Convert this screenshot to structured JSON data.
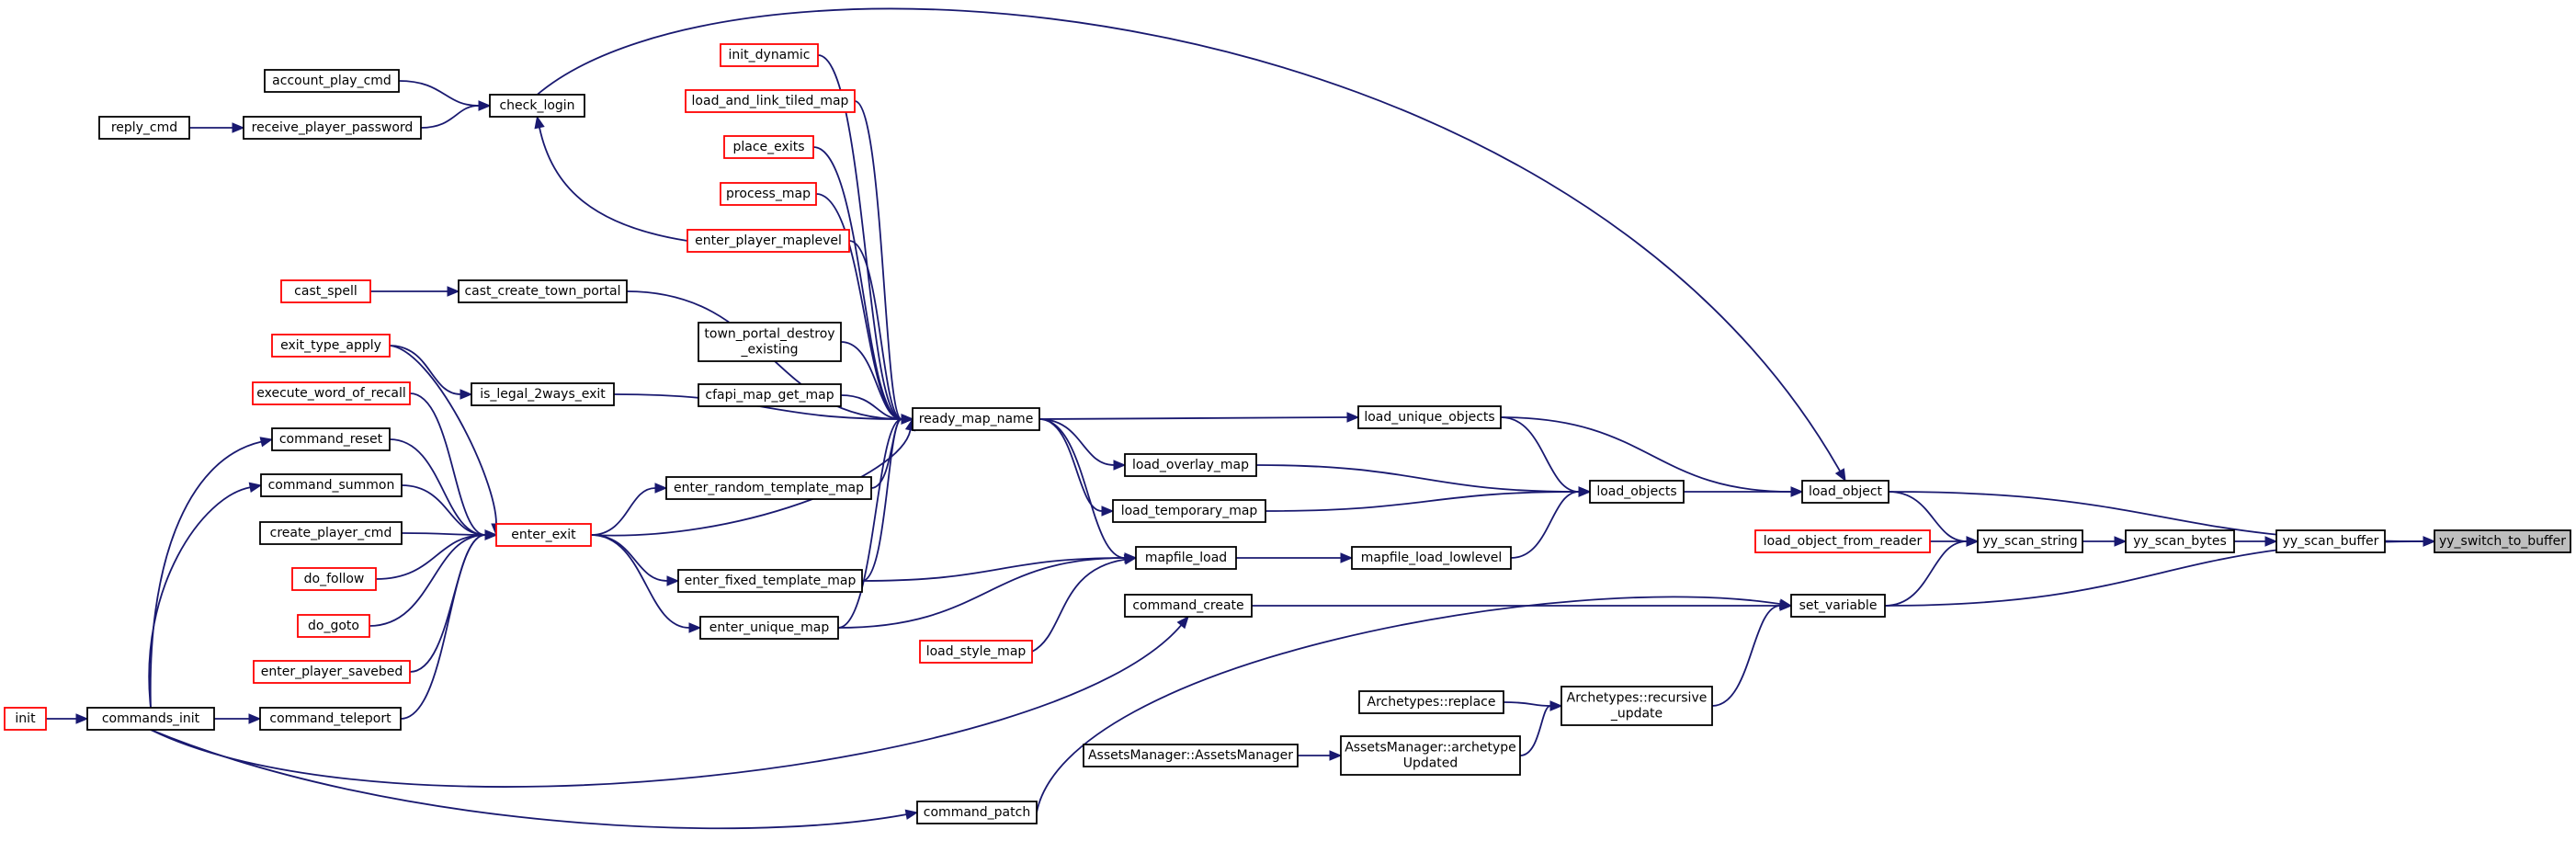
{
  "nodes": [
    {
      "id": "yy_switch_to_buffer",
      "lines": [
        "yy_switch_to_buffer"
      ],
      "red": false,
      "root": true
    },
    {
      "id": "yy_scan_buffer",
      "lines": [
        "yy_scan_buffer"
      ],
      "red": false
    },
    {
      "id": "yy_scan_bytes",
      "lines": [
        "yy_scan_bytes"
      ],
      "red": false
    },
    {
      "id": "yy_scan_string",
      "lines": [
        "yy_scan_string"
      ],
      "red": false
    },
    {
      "id": "load_object_from_reader",
      "lines": [
        "load_object_from_reader"
      ],
      "red": true
    },
    {
      "id": "load_object",
      "lines": [
        "load_object"
      ],
      "red": false
    },
    {
      "id": "set_variable",
      "lines": [
        "set_variable"
      ],
      "red": false
    },
    {
      "id": "load_objects",
      "lines": [
        "load_objects"
      ],
      "red": false
    },
    {
      "id": "load_unique_objects",
      "lines": [
        "load_unique_objects"
      ],
      "red": false
    },
    {
      "id": "load_overlay_map",
      "lines": [
        "load_overlay_map"
      ],
      "red": false
    },
    {
      "id": "load_temporary_map",
      "lines": [
        "load_temporary_map"
      ],
      "red": false
    },
    {
      "id": "mapfile_load_lowlevel",
      "lines": [
        "mapfile_load_lowlevel"
      ],
      "red": false
    },
    {
      "id": "mapfile_load",
      "lines": [
        "mapfile_load"
      ],
      "red": false
    },
    {
      "id": "ready_map_name",
      "lines": [
        "ready_map_name"
      ],
      "red": false
    },
    {
      "id": "init_dynamic",
      "lines": [
        "init_dynamic"
      ],
      "red": true
    },
    {
      "id": "load_and_link_tiled_map",
      "lines": [
        "load_and_link_tiled_map"
      ],
      "red": true
    },
    {
      "id": "place_exits",
      "lines": [
        "place_exits"
      ],
      "red": true
    },
    {
      "id": "process_map",
      "lines": [
        "process_map"
      ],
      "red": true
    },
    {
      "id": "enter_player_maplevel",
      "lines": [
        "enter_player_maplevel"
      ],
      "red": true
    },
    {
      "id": "cast_create_town_portal",
      "lines": [
        "cast_create_town_portal"
      ],
      "red": false
    },
    {
      "id": "town_portal_destroy_existing",
      "lines": [
        "town_portal_destroy",
        "_existing"
      ],
      "red": false
    },
    {
      "id": "cfapi_map_get_map",
      "lines": [
        "cfapi_map_get_map"
      ],
      "red": false
    },
    {
      "id": "is_legal_2ways_exit",
      "lines": [
        "is_legal_2ways_exit"
      ],
      "red": false
    },
    {
      "id": "enter_random_template_map",
      "lines": [
        "enter_random_template_map"
      ],
      "red": false
    },
    {
      "id": "enter_fixed_template_map",
      "lines": [
        "enter_fixed_template_map"
      ],
      "red": false
    },
    {
      "id": "enter_unique_map",
      "lines": [
        "enter_unique_map"
      ],
      "red": false
    },
    {
      "id": "enter_exit",
      "lines": [
        "enter_exit"
      ],
      "red": true
    },
    {
      "id": "load_style_map",
      "lines": [
        "load_style_map"
      ],
      "red": true
    },
    {
      "id": "command_create",
      "lines": [
        "command_create"
      ],
      "red": false
    },
    {
      "id": "command_patch",
      "lines": [
        "command_patch"
      ],
      "red": false
    },
    {
      "id": "archetypes_recursive_update",
      "lines": [
        "Archetypes::recursive",
        "_update"
      ],
      "red": false
    },
    {
      "id": "archetypes_replace",
      "lines": [
        "Archetypes::replace"
      ],
      "red": false
    },
    {
      "id": "assets_archetype_updated",
      "lines": [
        "AssetsManager::archetype",
        "Updated"
      ],
      "red": false
    },
    {
      "id": "assets_manager",
      "lines": [
        "AssetsManager::AssetsManager"
      ],
      "red": false
    },
    {
      "id": "check_login",
      "lines": [
        "check_login"
      ],
      "red": false
    },
    {
      "id": "account_play_cmd",
      "lines": [
        "account_play_cmd"
      ],
      "red": false
    },
    {
      "id": "receive_player_password",
      "lines": [
        "receive_player_password"
      ],
      "red": false
    },
    {
      "id": "reply_cmd",
      "lines": [
        "reply_cmd"
      ],
      "red": false
    },
    {
      "id": "cast_spell",
      "lines": [
        "cast_spell"
      ],
      "red": true
    },
    {
      "id": "exit_type_apply",
      "lines": [
        "exit_type_apply"
      ],
      "red": true
    },
    {
      "id": "execute_word_of_recall",
      "lines": [
        "execute_word_of_recall"
      ],
      "red": true
    },
    {
      "id": "command_reset",
      "lines": [
        "command_reset"
      ],
      "red": false
    },
    {
      "id": "command_summon",
      "lines": [
        "command_summon"
      ],
      "red": false
    },
    {
      "id": "create_player_cmd",
      "lines": [
        "create_player_cmd"
      ],
      "red": false
    },
    {
      "id": "do_follow",
      "lines": [
        "do_follow"
      ],
      "red": true
    },
    {
      "id": "do_goto",
      "lines": [
        "do_goto"
      ],
      "red": true
    },
    {
      "id": "enter_player_savebed",
      "lines": [
        "enter_player_savebed"
      ],
      "red": true
    },
    {
      "id": "command_teleport",
      "lines": [
        "command_teleport"
      ],
      "red": false
    },
    {
      "id": "commands_init",
      "lines": [
        "commands_init"
      ],
      "red": false
    },
    {
      "id": "init",
      "lines": [
        "init"
      ],
      "red": true
    }
  ],
  "edges": [
    [
      "yy_scan_buffer",
      "yy_switch_to_buffer"
    ],
    [
      "load_object",
      "yy_switch_to_buffer"
    ],
    [
      "set_variable",
      "yy_switch_to_buffer"
    ],
    [
      "yy_scan_bytes",
      "yy_scan_buffer"
    ],
    [
      "yy_scan_string",
      "yy_scan_bytes"
    ],
    [
      "load_object_from_reader",
      "yy_scan_string"
    ],
    [
      "load_object",
      "yy_scan_string"
    ],
    [
      "set_variable",
      "yy_scan_string"
    ],
    [
      "load_objects",
      "load_object"
    ],
    [
      "load_unique_objects",
      "load_object"
    ],
    [
      "check_login",
      "load_object"
    ],
    [
      "load_overlay_map",
      "load_objects"
    ],
    [
      "load_temporary_map",
      "load_objects"
    ],
    [
      "mapfile_load_lowlevel",
      "load_objects"
    ],
    [
      "load_unique_objects",
      "load_objects"
    ],
    [
      "ready_map_name",
      "load_unique_objects"
    ],
    [
      "ready_map_name",
      "load_overlay_map"
    ],
    [
      "ready_map_name",
      "load_temporary_map"
    ],
    [
      "mapfile_load",
      "mapfile_load_lowlevel"
    ],
    [
      "ready_map_name",
      "mapfile_load"
    ],
    [
      "enter_fixed_template_map",
      "mapfile_load"
    ],
    [
      "enter_unique_map",
      "mapfile_load"
    ],
    [
      "load_style_map",
      "mapfile_load"
    ],
    [
      "init_dynamic",
      "ready_map_name"
    ],
    [
      "load_and_link_tiled_map",
      "ready_map_name"
    ],
    [
      "place_exits",
      "ready_map_name"
    ],
    [
      "process_map",
      "ready_map_name"
    ],
    [
      "enter_player_maplevel",
      "ready_map_name"
    ],
    [
      "cast_create_town_portal",
      "ready_map_name"
    ],
    [
      "town_portal_destroy_existing",
      "ready_map_name"
    ],
    [
      "cfapi_map_get_map",
      "ready_map_name"
    ],
    [
      "is_legal_2ways_exit",
      "ready_map_name"
    ],
    [
      "enter_random_template_map",
      "ready_map_name"
    ],
    [
      "enter_exit",
      "ready_map_name"
    ],
    [
      "enter_fixed_template_map",
      "ready_map_name"
    ],
    [
      "enter_unique_map",
      "ready_map_name"
    ],
    [
      "enter_exit",
      "enter_random_template_map"
    ],
    [
      "enter_exit",
      "enter_fixed_template_map"
    ],
    [
      "enter_exit",
      "enter_unique_map"
    ],
    [
      "command_create",
      "set_variable"
    ],
    [
      "command_patch",
      "set_variable"
    ],
    [
      "archetypes_recursive_update",
      "set_variable"
    ],
    [
      "archetypes_replace",
      "archetypes_recursive_update"
    ],
    [
      "assets_archetype_updated",
      "archetypes_recursive_update"
    ],
    [
      "assets_manager",
      "assets_archetype_updated"
    ],
    [
      "enter_player_maplevel",
      "check_login"
    ],
    [
      "account_play_cmd",
      "check_login"
    ],
    [
      "receive_player_password",
      "check_login"
    ],
    [
      "reply_cmd",
      "receive_player_password"
    ],
    [
      "cast_spell",
      "cast_create_town_portal"
    ],
    [
      "exit_type_apply",
      "is_legal_2ways_exit"
    ],
    [
      "exit_type_apply",
      "enter_exit"
    ],
    [
      "execute_word_of_recall",
      "enter_exit"
    ],
    [
      "command_reset",
      "enter_exit"
    ],
    [
      "command_summon",
      "enter_exit"
    ],
    [
      "create_player_cmd",
      "enter_exit"
    ],
    [
      "do_follow",
      "enter_exit"
    ],
    [
      "do_goto",
      "enter_exit"
    ],
    [
      "enter_player_savebed",
      "enter_exit"
    ],
    [
      "command_teleport",
      "enter_exit"
    ],
    [
      "commands_init",
      "command_reset"
    ],
    [
      "commands_init",
      "command_summon"
    ],
    [
      "commands_init",
      "command_teleport"
    ],
    [
      "commands_init",
      "command_create"
    ],
    [
      "commands_init",
      "command_patch"
    ],
    [
      "init",
      "commands_init"
    ]
  ]
}
